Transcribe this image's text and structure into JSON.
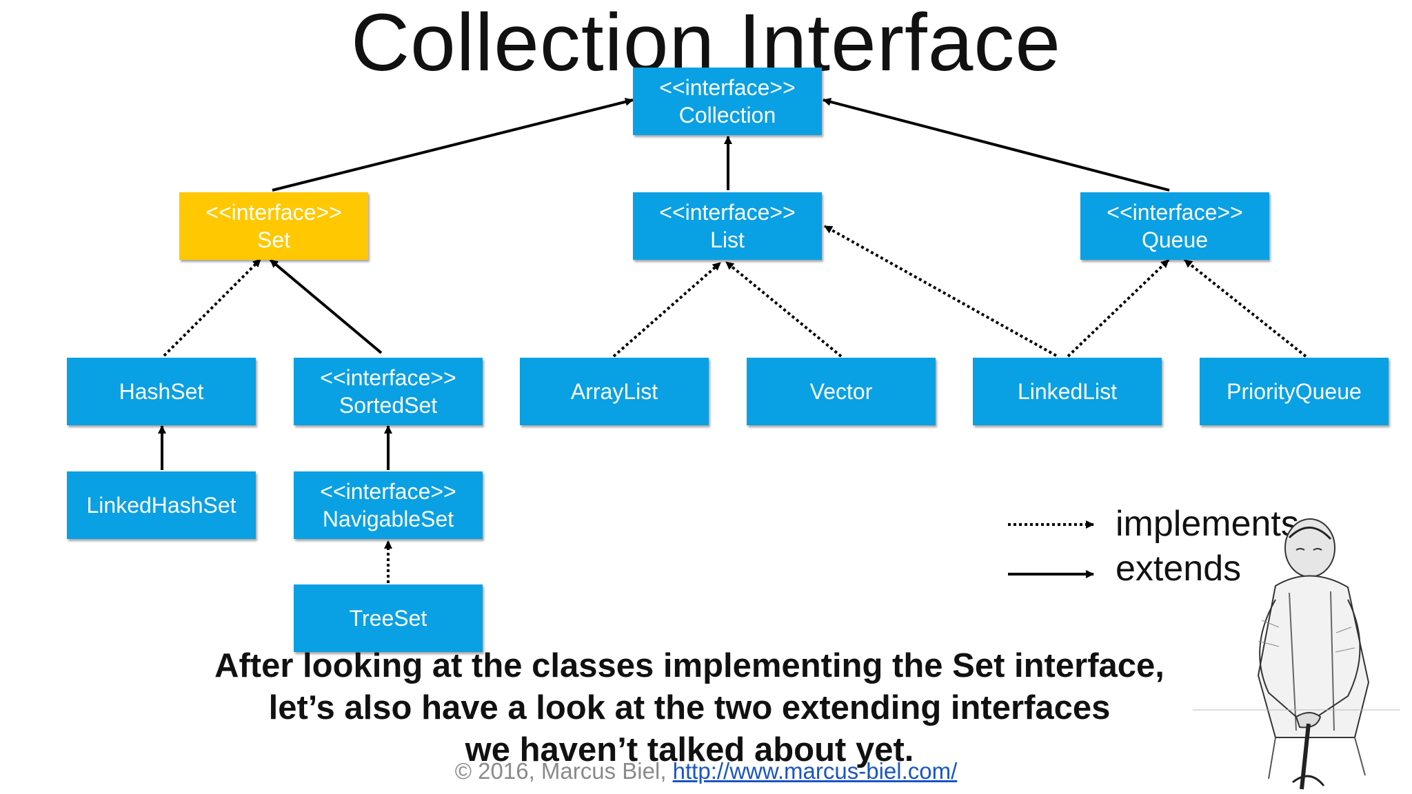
{
  "title": "Collection Interface",
  "nodes": {
    "collection": {
      "stereotype": "<<interface>>",
      "name": "Collection"
    },
    "set": {
      "stereotype": "<<interface>>",
      "name": "Set"
    },
    "list": {
      "stereotype": "<<interface>>",
      "name": "List"
    },
    "queue": {
      "stereotype": "<<interface>>",
      "name": "Queue"
    },
    "hashset": {
      "name": "HashSet"
    },
    "sortedset": {
      "stereotype": "<<interface>>",
      "name": "SortedSet"
    },
    "arraylist": {
      "name": "ArrayList"
    },
    "vector": {
      "name": "Vector"
    },
    "linkedlist": {
      "name": "LinkedList"
    },
    "priorityqueue": {
      "name": "PriorityQueue"
    },
    "linkedhashset": {
      "name": "LinkedHashSet"
    },
    "navigableset": {
      "stereotype": "<<interface>>",
      "name": "NavigableSet"
    },
    "treeset": {
      "name": "TreeSet"
    }
  },
  "legend": {
    "implements": "implements",
    "extends": "extends"
  },
  "caption": {
    "line1": "After looking at the classes implementing the Set interface,",
    "line2": "let’s also have a look at the two extending interfaces",
    "line3": "we haven’t talked about yet."
  },
  "footer": {
    "copyright": "© 2016, Marcus Biel, ",
    "link": "http://www.marcus-biel.com/"
  },
  "colors": {
    "box": "#0aa0e4",
    "highlight": "#ffc800",
    "link": "#1a55c4"
  },
  "illustration": "craftsman-sketch"
}
